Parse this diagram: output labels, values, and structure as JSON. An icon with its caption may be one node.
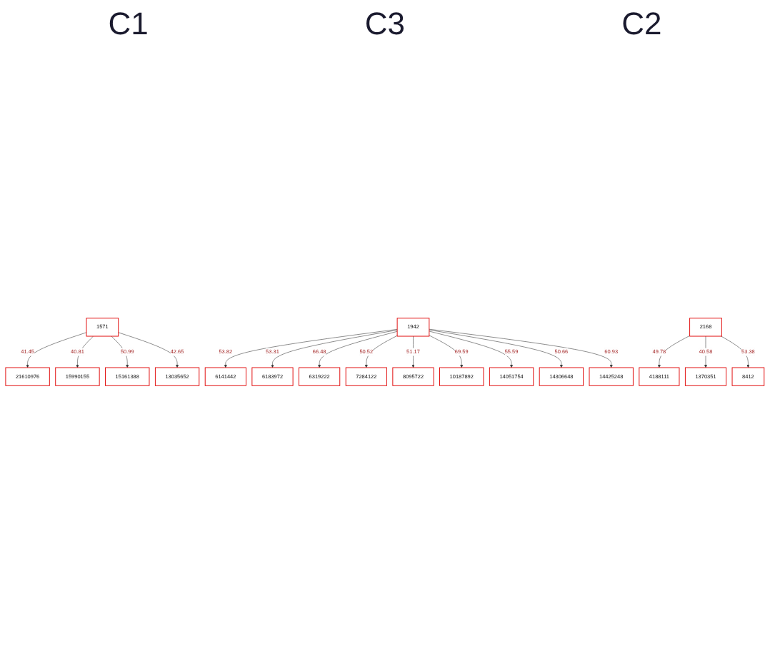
{
  "diagram": {
    "nodes": [
      {
        "text": [
          "1571"
        ]
      },
      {
        "text": [
          "21610976"
        ]
      },
      {
        "text": [
          "15990155"
        ]
      },
      {
        "text": [
          "15161388"
        ]
      },
      {
        "text": [
          "13035652"
        ]
      },
      {
        "text": [
          "1942"
        ]
      },
      {
        "text": [
          "6141442"
        ]
      },
      {
        "text": [
          "6183972"
        ]
      },
      {
        "text": [
          "6319222"
        ]
      },
      {
        "text": [
          "7284122"
        ]
      },
      {
        "text": [
          "8095722"
        ]
      },
      {
        "text": [
          "10187892"
        ]
      },
      {
        "text": [
          "14051754"
        ]
      },
      {
        "text": [
          "14306648"
        ]
      },
      {
        "text": [
          "14425248"
        ]
      },
      {
        "text": [
          "2168"
        ]
      },
      {
        "text": [
          "4188111"
        ]
      },
      {
        "text": [
          "1370351"
        ]
      },
      {
        "text": [
          "8412"
        ]
      }
    ],
    "edges": [
      {
        "from": 0,
        "to": 1,
        "arrow": "to",
        "label": "41.45"
      },
      {
        "from": 0,
        "to": 2,
        "arrow": "to",
        "label": "40.81"
      },
      {
        "from": 0,
        "to": 3,
        "arrow": "to",
        "label": "50.99"
      },
      {
        "from": 0,
        "to": 4,
        "arrow": "to",
        "label": "42.65"
      },
      {
        "from": 5,
        "to": 6,
        "arrow": "to",
        "label": "53.82"
      },
      {
        "from": 5,
        "to": 7,
        "arrow": "to",
        "label": "53.31"
      },
      {
        "from": 5,
        "to": 8,
        "arrow": "to",
        "label": "66.48"
      },
      {
        "from": 5,
        "to": 9,
        "arrow": "to",
        "label": "50.52"
      },
      {
        "from": 5,
        "to": 10,
        "arrow": "to",
        "label": "51.17"
      },
      {
        "from": 5,
        "to": 11,
        "arrow": "to",
        "label": "69.59"
      },
      {
        "from": 5,
        "to": 12,
        "arrow": "to",
        "label": "55.59"
      },
      {
        "from": 5,
        "to": 13,
        "arrow": "to",
        "label": "50.66"
      },
      {
        "from": 5,
        "to": 14,
        "arrow": "to",
        "label": "60.93"
      },
      {
        "from": 15,
        "to": 16,
        "arrow": "to",
        "label": "49.78"
      },
      {
        "from": 15,
        "to": 17,
        "arrow": "to",
        "label": "40.58"
      },
      {
        "from": 15,
        "to": 18,
        "arrow": "to",
        "label": "53.38"
      }
    ],
    "labels": [
      "C1",
      "C3",
      "C2"
    ]
  }
}
